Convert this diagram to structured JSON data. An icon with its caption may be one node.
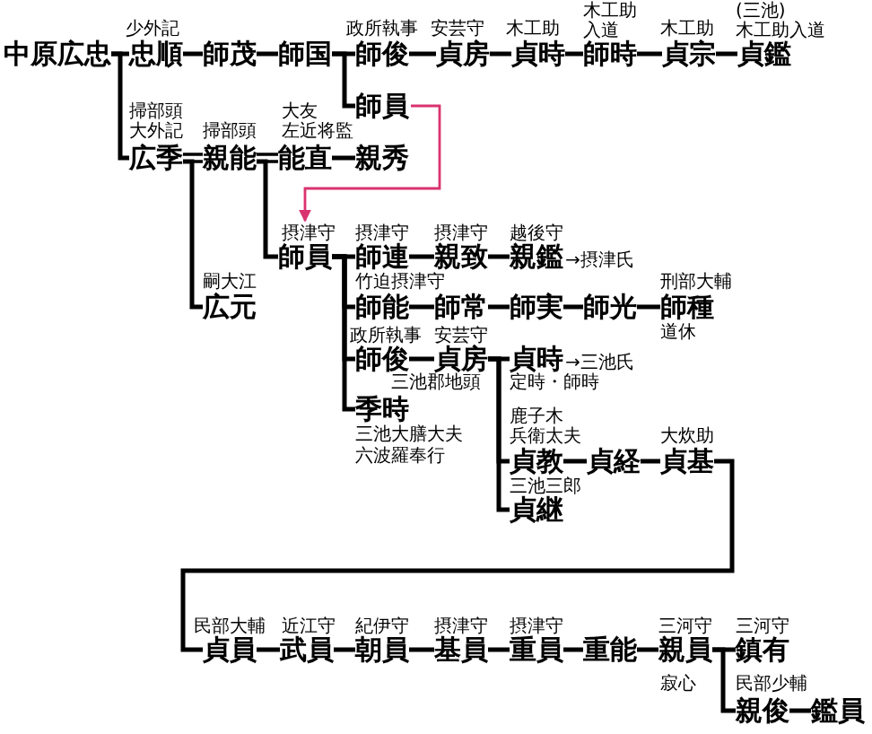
{
  "diagram": {
    "nodes": [
      {
        "text": [
          "中原広忠"
        ]
      },
      {
        "text": [
          "忠順"
        ],
        "beside": [
          "少外記"
        ]
      },
      {
        "text": [
          "師茂"
        ]
      },
      {
        "text": [
          "師国"
        ]
      },
      {
        "text": [
          "師俊"
        ],
        "beside": [
          "政所執事"
        ]
      },
      {
        "text": [
          "貞房"
        ],
        "beside": [
          "安芸守"
        ]
      },
      {
        "text": [
          "貞時"
        ],
        "beside": [
          "木工助"
        ]
      },
      {
        "text": [
          "師時"
        ],
        "beside": [
          "木工助",
          "入道"
        ]
      },
      {
        "text": [
          "貞宗"
        ],
        "beside": [
          "木工助"
        ]
      },
      {
        "text": [
          "貞鑑"
        ],
        "beside": [
          "(三池)",
          "木工助入道"
        ]
      },
      {
        "text": [
          "師員"
        ]
      },
      {
        "text": [
          "広季"
        ],
        "beside": [
          "掃部頭",
          "大外記"
        ]
      },
      {
        "text": [
          "親能"
        ],
        "beside": [
          "掃部頭"
        ]
      },
      {
        "text": [
          "能直"
        ],
        "beside": [
          "大友",
          "左近将監"
        ]
      },
      {
        "text": [
          "親秀"
        ]
      },
      {
        "text": [
          "師員"
        ],
        "beside": [
          "摂津守"
        ]
      },
      {
        "text": [
          "師連"
        ],
        "beside": [
          "摂津守"
        ]
      },
      {
        "text": [
          "親致"
        ],
        "beside": [
          "摂津守"
        ]
      },
      {
        "text": [
          "親鑑"
        ],
        "beside": [
          "越後守",
          "→摂津氏"
        ]
      },
      {
        "text": [
          "広元"
        ],
        "beside": [
          "嗣大江"
        ]
      },
      {
        "text": [
          "師能"
        ],
        "beside": [
          "竹迫摂津守"
        ]
      },
      {
        "text": [
          "師常"
        ]
      },
      {
        "text": [
          "師実"
        ]
      },
      {
        "text": [
          "師光"
        ]
      },
      {
        "text": [
          "師種"
        ],
        "beside": [
          "刑部大輔",
          "道休"
        ]
      },
      {
        "text": [
          "師俊"
        ],
        "beside": [
          "政所執事"
        ]
      },
      {
        "text": [
          "貞房"
        ],
        "beside": [
          "安芸守",
          "三池郡地頭"
        ]
      },
      {
        "text": [
          "貞時"
        ],
        "beside": [
          "→三池氏",
          "定時・師時"
        ]
      },
      {
        "text": [
          "季時"
        ],
        "beside": [
          "三池大膳大夫",
          "六波羅奉行"
        ]
      },
      {
        "text": [
          "貞教"
        ],
        "beside": [
          "鹿子木",
          "兵衛太夫"
        ]
      },
      {
        "text": [
          "貞経"
        ]
      },
      {
        "text": [
          "貞基"
        ],
        "beside": [
          "大炊助"
        ]
      },
      {
        "text": [
          "貞継"
        ],
        "beside": [
          "三池三郎"
        ]
      },
      {
        "text": [
          "貞員"
        ],
        "beside": [
          "民部大輔"
        ]
      },
      {
        "text": [
          "武員"
        ],
        "beside": [
          "近江守"
        ]
      },
      {
        "text": [
          "朝員"
        ],
        "beside": [
          "紀伊守"
        ]
      },
      {
        "text": [
          "基員"
        ],
        "beside": [
          "摂津守"
        ]
      },
      {
        "text": [
          "重員"
        ],
        "beside": [
          "摂津守"
        ]
      },
      {
        "text": [
          "重能"
        ]
      },
      {
        "text": [
          "親員"
        ],
        "beside": [
          "三河守",
          "寂心"
        ]
      },
      {
        "text": [
          "鎮有"
        ],
        "beside": [
          "三河守"
        ]
      },
      {
        "text": [
          "親俊"
        ],
        "beside": [
          "民部少輔"
        ]
      },
      {
        "text": [
          "鑑員"
        ]
      }
    ],
    "edges": [
      {
        "from": 0,
        "to": 1,
        "arrow": "none"
      },
      {
        "from": 0,
        "to": 11,
        "arrow": "none"
      },
      {
        "from": 1,
        "to": 2,
        "arrow": "none"
      },
      {
        "from": 2,
        "to": 3,
        "arrow": "none"
      },
      {
        "from": 3,
        "to": 4,
        "arrow": "none"
      },
      {
        "from": 3,
        "to": 10,
        "arrow": "none"
      },
      {
        "from": 4,
        "to": 5,
        "arrow": "none"
      },
      {
        "from": 5,
        "to": 6,
        "arrow": "none"
      },
      {
        "from": 6,
        "to": 7,
        "arrow": "none"
      },
      {
        "from": 7,
        "to": 8,
        "arrow": "none"
      },
      {
        "from": 8,
        "to": 9,
        "arrow": "none"
      },
      {
        "from": 11,
        "to": 12,
        "arrow": "none"
      },
      {
        "from": 11,
        "to": 19,
        "arrow": "none"
      },
      {
        "from": 12,
        "to": 13,
        "arrow": "none"
      },
      {
        "from": 12,
        "to": 15,
        "arrow": "none"
      },
      {
        "from": 13,
        "to": 14,
        "arrow": "none"
      },
      {
        "from": 10,
        "to": 15,
        "arrow": "to",
        "color": "#d9336f"
      },
      {
        "from": 15,
        "to": 16,
        "arrow": "none"
      },
      {
        "from": 15,
        "to": 20,
        "arrow": "none"
      },
      {
        "from": 15,
        "to": 25,
        "arrow": "none"
      },
      {
        "from": 15,
        "to": 28,
        "arrow": "none"
      },
      {
        "from": 16,
        "to": 17,
        "arrow": "none"
      },
      {
        "from": 17,
        "to": 18,
        "arrow": "none"
      },
      {
        "from": 20,
        "to": 21,
        "arrow": "none"
      },
      {
        "from": 21,
        "to": 22,
        "arrow": "none"
      },
      {
        "from": 22,
        "to": 23,
        "arrow": "none"
      },
      {
        "from": 23,
        "to": 24,
        "arrow": "none"
      },
      {
        "from": 25,
        "to": 26,
        "arrow": "none"
      },
      {
        "from": 26,
        "to": 27,
        "arrow": "none"
      },
      {
        "from": 26,
        "to": 29,
        "arrow": "none"
      },
      {
        "from": 26,
        "to": 32,
        "arrow": "none"
      },
      {
        "from": 29,
        "to": 30,
        "arrow": "none"
      },
      {
        "from": 30,
        "to": 31,
        "arrow": "none"
      },
      {
        "from": 31,
        "to": 33,
        "arrow": "none"
      },
      {
        "from": 33,
        "to": 34,
        "arrow": "none"
      },
      {
        "from": 34,
        "to": 35,
        "arrow": "none"
      },
      {
        "from": 35,
        "to": 36,
        "arrow": "none"
      },
      {
        "from": 36,
        "to": 37,
        "arrow": "none"
      },
      {
        "from": 37,
        "to": 38,
        "arrow": "none"
      },
      {
        "from": 38,
        "to": 39,
        "arrow": "none"
      },
      {
        "from": 39,
        "to": 40,
        "arrow": "none"
      },
      {
        "from": 39,
        "to": 41,
        "arrow": "none"
      },
      {
        "from": 41,
        "to": 42,
        "arrow": "none"
      }
    ]
  }
}
